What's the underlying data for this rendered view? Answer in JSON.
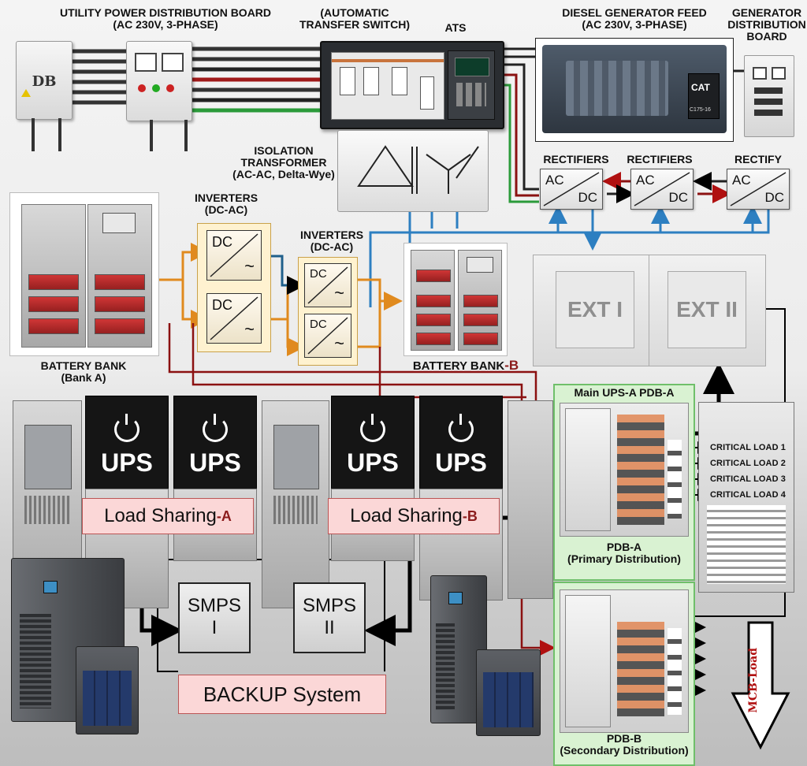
{
  "labels": {
    "utility_db_title": "UTILITY POWER DISTRIBUTION BOARD",
    "utility_db_sub": "(AC 230V, 3-PHASE)",
    "ats_title_1": "(AUTOMATIC",
    "ats_title_2": "TRANSFER SWITCH)",
    "ats": "ATS",
    "diesel_title": "DIESEL GENERATOR FEED",
    "diesel_sub": "(AC 230V, 3-PHASE)",
    "gen_db_1": "GENERATOR",
    "gen_db_2": "DISTRIBUTION",
    "gen_db_3": "BOARD",
    "db_text": "DB",
    "cat_logo": "CAT",
    "gen_model": "C175-16",
    "isolation_1": "ISOLATION",
    "isolation_2": "TRANSFORMER",
    "isolation_3": "(AC-AC, Delta-Wye)",
    "rectifiers_1": "RECTIFIERS",
    "rectifiers_2": "RECTIFIERS",
    "rectify": "RECTIFY",
    "ac": "AC",
    "dc": "DC",
    "inverters_1_title": "INVERTERS",
    "inverters_1_sub": "(DC-AC)",
    "inverters_2_title": "INVERTERS",
    "inverters_2_sub": "(DC-AC)",
    "battery_a_title": "BATTERY BANK",
    "battery_a_sub": "(Bank A)",
    "battery_b_title": "BATTERY BANK",
    "battery_b_suffix": "-B",
    "ext_1": "EXT I",
    "ext_2": "EXT II",
    "main_ups": "Main UPS-A PDB-A",
    "ups": "UPS",
    "load_sharing_a": "Load Sharing",
    "load_sharing_a_suffix": "-A",
    "load_sharing_b": "Load Sharing",
    "load_sharing_b_suffix": "-B",
    "smps_1_a": "SMPS",
    "smps_1_b": "I",
    "smps_2_a": "SMPS",
    "smps_2_b": "II",
    "backup": "BACKUP System",
    "pdb_a": "PDB-A",
    "pdb_a_sub": "(Primary Distribution)",
    "pdb_b": "PDB-B",
    "pdb_b_sub": "(Secondary Distribution)",
    "mcb_load": "MCB-Load",
    "critical_loads": [
      "CRITICAL LOAD 1",
      "CRITICAL LOAD 2",
      "CRITICAL LOAD 3",
      "CRITICAL LOAD 4"
    ]
  },
  "colors": {
    "dc_line": "#1f5f8b",
    "ac_line": "#e08a1e",
    "feed_red": "#8b1111",
    "ground_green": "#2b9b3a",
    "control_blue": "#2d7fc1",
    "label_pink": "#fbd7d7",
    "pdb_green": "#d9f2d2",
    "arrow_black": "#000000"
  }
}
